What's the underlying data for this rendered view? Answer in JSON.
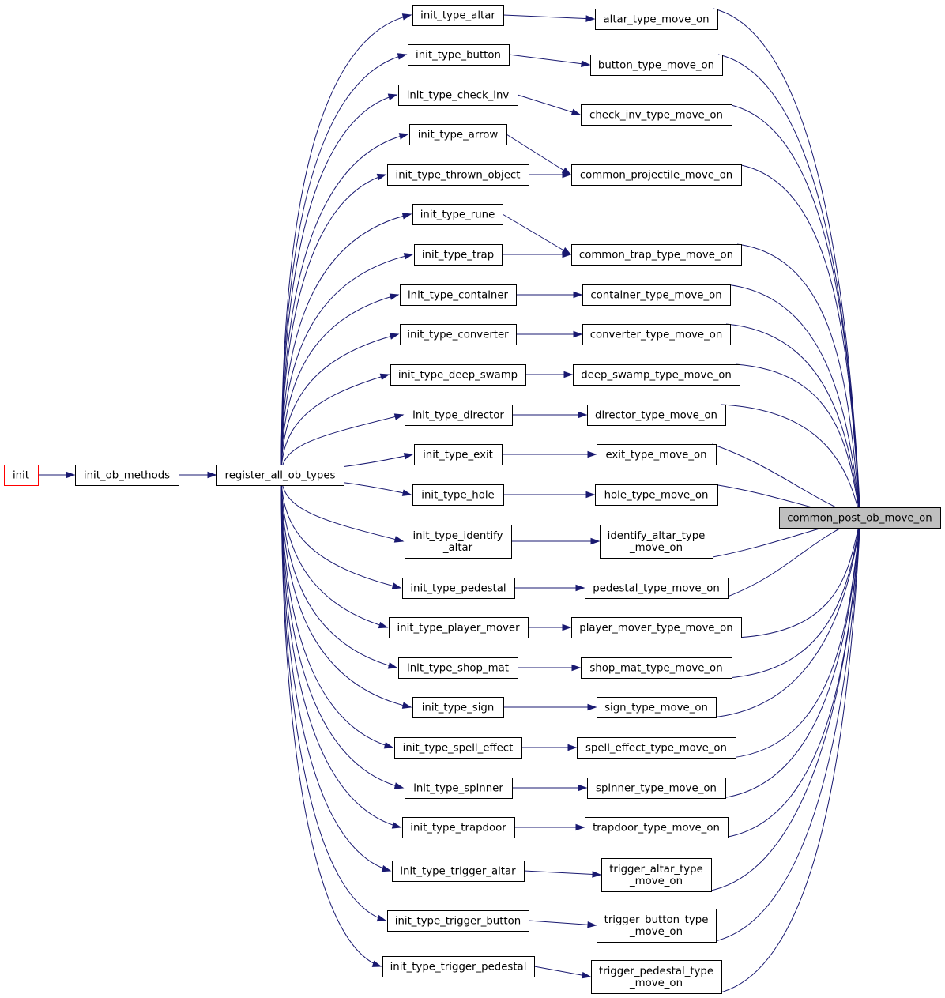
{
  "colors": {
    "edge": "#191970",
    "root_fill": "#bfbfbf",
    "external_border": "#ff0000",
    "node_border": "#000000"
  },
  "nodes": {
    "init": [
      "init"
    ],
    "init_ob_methods": [
      "init_ob_methods"
    ],
    "register_all_ob_types": [
      "register_all_ob_types"
    ],
    "init_type_altar": [
      "init_type_altar"
    ],
    "init_type_button": [
      "init_type_button"
    ],
    "init_type_check_inv": [
      "init_type_check_inv"
    ],
    "init_type_arrow": [
      "init_type_arrow"
    ],
    "init_type_thrown_object": [
      "init_type_thrown_object"
    ],
    "init_type_rune": [
      "init_type_rune"
    ],
    "init_type_trap": [
      "init_type_trap"
    ],
    "init_type_container": [
      "init_type_container"
    ],
    "init_type_converter": [
      "init_type_converter"
    ],
    "init_type_deep_swamp": [
      "init_type_deep_swamp"
    ],
    "init_type_director": [
      "init_type_director"
    ],
    "init_type_exit": [
      "init_type_exit"
    ],
    "init_type_hole": [
      "init_type_hole"
    ],
    "init_type_identify_altar": [
      "init_type_identify",
      "_altar"
    ],
    "init_type_pedestal": [
      "init_type_pedestal"
    ],
    "init_type_player_mover": [
      "init_type_player_mover"
    ],
    "init_type_shop_mat": [
      "init_type_shop_mat"
    ],
    "init_type_sign": [
      "init_type_sign"
    ],
    "init_type_spell_effect": [
      "init_type_spell_effect"
    ],
    "init_type_spinner": [
      "init_type_spinner"
    ],
    "init_type_trapdoor": [
      "init_type_trapdoor"
    ],
    "init_type_trigger_altar": [
      "init_type_trigger_altar"
    ],
    "init_type_trigger_button": [
      "init_type_trigger_button"
    ],
    "init_type_trigger_pedestal": [
      "init_type_trigger_pedestal"
    ],
    "altar_type_move_on": [
      "altar_type_move_on"
    ],
    "button_type_move_on": [
      "button_type_move_on"
    ],
    "check_inv_type_move_on": [
      "check_inv_type_move_on"
    ],
    "common_projectile_move_on": [
      "common_projectile_move_on"
    ],
    "common_trap_type_move_on": [
      "common_trap_type_move_on"
    ],
    "container_type_move_on": [
      "container_type_move_on"
    ],
    "converter_type_move_on": [
      "converter_type_move_on"
    ],
    "deep_swamp_type_move_on": [
      "deep_swamp_type_move_on"
    ],
    "director_type_move_on": [
      "director_type_move_on"
    ],
    "exit_type_move_on": [
      "exit_type_move_on"
    ],
    "hole_type_move_on": [
      "hole_type_move_on"
    ],
    "identify_altar_type_move_on": [
      "identify_altar_type",
      "_move_on"
    ],
    "pedestal_type_move_on": [
      "pedestal_type_move_on"
    ],
    "player_mover_type_move_on": [
      "player_mover_type_move_on"
    ],
    "shop_mat_type_move_on": [
      "shop_mat_type_move_on"
    ],
    "sign_type_move_on": [
      "sign_type_move_on"
    ],
    "spell_effect_type_move_on": [
      "spell_effect_type_move_on"
    ],
    "spinner_type_move_on": [
      "spinner_type_move_on"
    ],
    "trapdoor_type_move_on": [
      "trapdoor_type_move_on"
    ],
    "trigger_altar_type_move_on": [
      "trigger_altar_type",
      "_move_on"
    ],
    "trigger_button_type_move_on": [
      "trigger_button_type",
      "_move_on"
    ],
    "trigger_pedestal_type_move_on": [
      "trigger_pedestal_type",
      "_move_on"
    ],
    "common_post_ob_move_on": [
      "common_post_ob_move_on"
    ]
  },
  "root_node": "common_post_ob_move_on",
  "external_nodes": [
    "init"
  ],
  "edges": [
    [
      "init",
      "init_ob_methods"
    ],
    [
      "init_ob_methods",
      "register_all_ob_types"
    ],
    [
      "register_all_ob_types",
      "init_type_altar"
    ],
    [
      "register_all_ob_types",
      "init_type_button"
    ],
    [
      "register_all_ob_types",
      "init_type_check_inv"
    ],
    [
      "register_all_ob_types",
      "init_type_arrow"
    ],
    [
      "register_all_ob_types",
      "init_type_thrown_object"
    ],
    [
      "register_all_ob_types",
      "init_type_rune"
    ],
    [
      "register_all_ob_types",
      "init_type_trap"
    ],
    [
      "register_all_ob_types",
      "init_type_container"
    ],
    [
      "register_all_ob_types",
      "init_type_converter"
    ],
    [
      "register_all_ob_types",
      "init_type_deep_swamp"
    ],
    [
      "register_all_ob_types",
      "init_type_director"
    ],
    [
      "register_all_ob_types",
      "init_type_exit"
    ],
    [
      "register_all_ob_types",
      "init_type_hole"
    ],
    [
      "register_all_ob_types",
      "init_type_identify_altar"
    ],
    [
      "register_all_ob_types",
      "init_type_pedestal"
    ],
    [
      "register_all_ob_types",
      "init_type_player_mover"
    ],
    [
      "register_all_ob_types",
      "init_type_shop_mat"
    ],
    [
      "register_all_ob_types",
      "init_type_sign"
    ],
    [
      "register_all_ob_types",
      "init_type_spell_effect"
    ],
    [
      "register_all_ob_types",
      "init_type_spinner"
    ],
    [
      "register_all_ob_types",
      "init_type_trapdoor"
    ],
    [
      "register_all_ob_types",
      "init_type_trigger_altar"
    ],
    [
      "register_all_ob_types",
      "init_type_trigger_button"
    ],
    [
      "register_all_ob_types",
      "init_type_trigger_pedestal"
    ],
    [
      "init_type_altar",
      "altar_type_move_on"
    ],
    [
      "init_type_button",
      "button_type_move_on"
    ],
    [
      "init_type_check_inv",
      "check_inv_type_move_on"
    ],
    [
      "init_type_arrow",
      "common_projectile_move_on"
    ],
    [
      "init_type_thrown_object",
      "common_projectile_move_on"
    ],
    [
      "init_type_rune",
      "common_trap_type_move_on"
    ],
    [
      "init_type_trap",
      "common_trap_type_move_on"
    ],
    [
      "init_type_container",
      "container_type_move_on"
    ],
    [
      "init_type_converter",
      "converter_type_move_on"
    ],
    [
      "init_type_deep_swamp",
      "deep_swamp_type_move_on"
    ],
    [
      "init_type_director",
      "director_type_move_on"
    ],
    [
      "init_type_exit",
      "exit_type_move_on"
    ],
    [
      "init_type_hole",
      "hole_type_move_on"
    ],
    [
      "init_type_identify_altar",
      "identify_altar_type_move_on"
    ],
    [
      "init_type_pedestal",
      "pedestal_type_move_on"
    ],
    [
      "init_type_player_mover",
      "player_mover_type_move_on"
    ],
    [
      "init_type_shop_mat",
      "shop_mat_type_move_on"
    ],
    [
      "init_type_sign",
      "sign_type_move_on"
    ],
    [
      "init_type_spell_effect",
      "spell_effect_type_move_on"
    ],
    [
      "init_type_spinner",
      "spinner_type_move_on"
    ],
    [
      "init_type_trapdoor",
      "trapdoor_type_move_on"
    ],
    [
      "init_type_trigger_altar",
      "trigger_altar_type_move_on"
    ],
    [
      "init_type_trigger_button",
      "trigger_button_type_move_on"
    ],
    [
      "init_type_trigger_pedestal",
      "trigger_pedestal_type_move_on"
    ],
    [
      "altar_type_move_on",
      "common_post_ob_move_on"
    ],
    [
      "button_type_move_on",
      "common_post_ob_move_on"
    ],
    [
      "check_inv_type_move_on",
      "common_post_ob_move_on"
    ],
    [
      "common_projectile_move_on",
      "common_post_ob_move_on"
    ],
    [
      "common_trap_type_move_on",
      "common_post_ob_move_on"
    ],
    [
      "container_type_move_on",
      "common_post_ob_move_on"
    ],
    [
      "converter_type_move_on",
      "common_post_ob_move_on"
    ],
    [
      "deep_swamp_type_move_on",
      "common_post_ob_move_on"
    ],
    [
      "director_type_move_on",
      "common_post_ob_move_on"
    ],
    [
      "exit_type_move_on",
      "common_post_ob_move_on"
    ],
    [
      "hole_type_move_on",
      "common_post_ob_move_on"
    ],
    [
      "identify_altar_type_move_on",
      "common_post_ob_move_on"
    ],
    [
      "pedestal_type_move_on",
      "common_post_ob_move_on"
    ],
    [
      "player_mover_type_move_on",
      "common_post_ob_move_on"
    ],
    [
      "shop_mat_type_move_on",
      "common_post_ob_move_on"
    ],
    [
      "sign_type_move_on",
      "common_post_ob_move_on"
    ],
    [
      "spell_effect_type_move_on",
      "common_post_ob_move_on"
    ],
    [
      "spinner_type_move_on",
      "common_post_ob_move_on"
    ],
    [
      "trapdoor_type_move_on",
      "common_post_ob_move_on"
    ],
    [
      "trigger_altar_type_move_on",
      "common_post_ob_move_on"
    ],
    [
      "trigger_button_type_move_on",
      "common_post_ob_move_on"
    ],
    [
      "trigger_pedestal_type_move_on",
      "common_post_ob_move_on"
    ]
  ]
}
